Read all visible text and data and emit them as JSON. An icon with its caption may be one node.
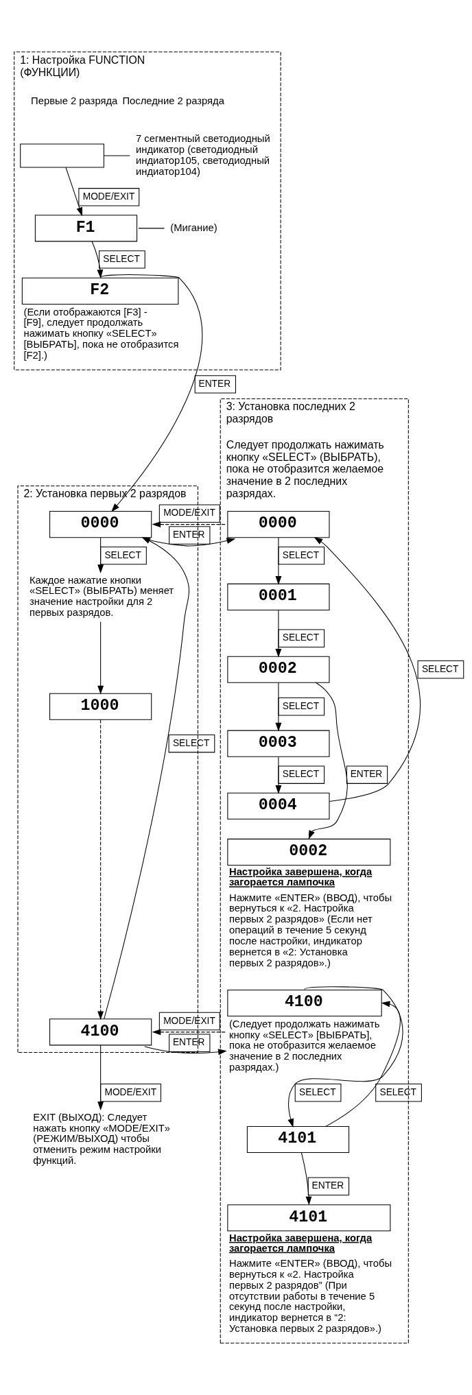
{
  "diagram": {
    "nodes": [
      {
        "text": [
          "1: Настройка FUNCTION (ФУНКЦИИ)"
        ]
      },
      {
        "text": [],
        "shape": "box",
        "in": 0,
        "beside": [
          "Первые 2 разряда",
          "Последние 2 разряда"
        ]
      },
      {
        "text": [
          "7 сегментный светодиодный индикатор (светодиодный индиатор105, светодиодный индиатор104)"
        ],
        "in": 0
      },
      {
        "text": [
          "F1"
        ],
        "in": 0
      },
      {
        "text": [
          "(Мигание)"
        ],
        "in": 0
      },
      {
        "text": [
          "F2"
        ],
        "in": 0,
        "beside": [
          "(Если отображаются [F3] - [F9], следует продолжать нажимать кнопку «SELECT» [ВЫБРАТЬ], пока не отобразится [F2].)"
        ]
      },
      {
        "text": [
          "2: Установка первых 2 разрядов"
        ]
      },
      {
        "text": [
          "0000"
        ],
        "in": 6
      },
      {
        "text": [
          "Каждое нажатие кнопки «SELECT» (ВЫБРАТЬ) меняет значение настройки для 2 первых разрядов."
        ],
        "in": 6
      },
      {
        "text": [
          "1000"
        ],
        "in": 6
      },
      {
        "text": [
          "4100"
        ],
        "in": 6
      },
      {
        "text": [
          "3: Установка последних 2 разрядов",
          "Следует продолжать нажимать кнопку «SELECT» (ВЫБРАТЬ), пока не отобразится желаемое значение в 2 последних разрядах."
        ]
      },
      {
        "text": [
          "0000"
        ],
        "in": 11
      },
      {
        "text": [
          "0001"
        ],
        "in": 11
      },
      {
        "text": [
          "0002"
        ],
        "in": 11
      },
      {
        "text": [
          "0003"
        ],
        "in": 11
      },
      {
        "text": [
          "0004"
        ],
        "in": 11
      },
      {
        "text": [
          "0002"
        ],
        "in": 11,
        "beside": [
          "Настройка завершена, когда загорается лампочка",
          "Нажмите «ENTER» (ВВОД), чтобы вернуться к «2. Настройка первых 2 разрядов» (Если нет операций в течение 5 секунд после настройки, индикатор вернется в «2: Установка первых 2 разрядов».)"
        ]
      },
      {
        "text": [
          "4100"
        ],
        "in": 11,
        "beside": [
          "(Следует продолжать нажимать кнопку «SELECT» [ВЫБРАТЬ], пока не отобразится желаемое значение в 2 последних разрядах.)"
        ]
      },
      {
        "text": [
          "4101"
        ],
        "in": 11
      },
      {
        "text": [
          "4101"
        ],
        "in": 11,
        "beside": [
          "Настройка завершена, когда загорается лампочка",
          "Нажмите «ENTER» (ВВОД), чтобы вернуться к «2. Настройка первых 2 разрядов” (При отсутствии работы в течение 5 секунд после настройки, индикатор вернется в “2: Установка первых 2 разрядов».)"
        ]
      },
      {
        "text": [
          "EXIT (ВЫХОД): Следует нажать кнопку «MODE/EXIT» (РЕЖИМ/ВЫХОД) чтобы отменить режим настройки функций."
        ]
      }
    ],
    "edges": [
      {
        "from": 1,
        "to": 3,
        "arrow": "to",
        "label": "MODE/EXIT"
      },
      {
        "from": 2,
        "to": 1,
        "arrow": "none"
      },
      {
        "from": 4,
        "to": 3,
        "arrow": "none"
      },
      {
        "from": 3,
        "to": 5,
        "arrow": "to",
        "label": "SELECT"
      },
      {
        "from": 5,
        "to": 7,
        "arrow": "to",
        "label": "ENTER"
      },
      {
        "from": 7,
        "to": 12,
        "arrow": "to",
        "label": "ENTER"
      },
      {
        "from": 12,
        "to": 7,
        "arrow": "to",
        "label": "MODE/EXIT",
        "style": "dashed"
      },
      {
        "from": 7,
        "to": 8,
        "arrow": "to",
        "label": "SELECT"
      },
      {
        "from": 8,
        "to": 9,
        "arrow": "to"
      },
      {
        "from": 9,
        "to": 10,
        "arrow": "to",
        "style": "dashed"
      },
      {
        "from": 10,
        "to": 7,
        "arrow": "to",
        "label": "SELECT"
      },
      {
        "from": 10,
        "to": 18,
        "arrow": "to",
        "label": "ENTER"
      },
      {
        "from": 18,
        "to": 10,
        "arrow": "to",
        "label": "MODE/EXIT",
        "style": "dashed"
      },
      {
        "from": 10,
        "to": 21,
        "arrow": "to",
        "label": "MODE/EXIT"
      },
      {
        "from": 12,
        "to": 13,
        "arrow": "to",
        "label": "SELECT"
      },
      {
        "from": 13,
        "to": 14,
        "arrow": "to",
        "label": "SELECT"
      },
      {
        "from": 14,
        "to": 15,
        "arrow": "to",
        "label": "SELECT"
      },
      {
        "from": 15,
        "to": 16,
        "arrow": "to",
        "label": "SELECT"
      },
      {
        "from": 16,
        "to": 12,
        "arrow": "to",
        "label": "SELECT"
      },
      {
        "from": 14,
        "to": 17,
        "arrow": "to",
        "label": "ENTER"
      },
      {
        "from": 18,
        "to": 19,
        "arrow": "to",
        "label": "SELECT"
      },
      {
        "from": 19,
        "to": 18,
        "arrow": "to",
        "label": "SELECT"
      },
      {
        "from": 19,
        "to": 20,
        "arrow": "to",
        "label": "ENTER"
      }
    ]
  }
}
